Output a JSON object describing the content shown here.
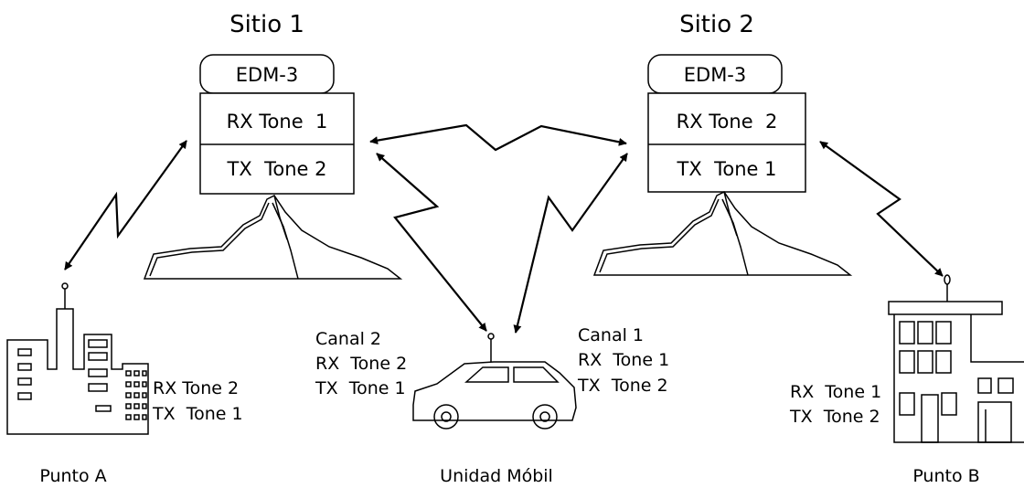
{
  "sites": [
    {
      "title": "Sitio 1",
      "device": "EDM-3",
      "rx": "RX Tone  1",
      "tx": "TX  Tone 2"
    },
    {
      "title": "Sitio 2",
      "device": "EDM-3",
      "rx": "RX Tone  2",
      "tx": "TX  Tone 1"
    }
  ],
  "punto_a": {
    "rx": "RX Tone 2",
    "tx": "TX  Tone 1",
    "caption": "Punto A"
  },
  "punto_b": {
    "rx": "RX  Tone 1",
    "tx": "TX  Tone 2",
    "caption": "Punto B"
  },
  "mobile": {
    "left": {
      "channel": "Canal 2",
      "rx": "RX  Tone 2",
      "tx": "TX  Tone 1"
    },
    "right": {
      "channel": "Canal 1",
      "rx": "RX  Tone 1",
      "tx": "TX  Tone 2"
    },
    "caption": "Unidad Móbil"
  }
}
